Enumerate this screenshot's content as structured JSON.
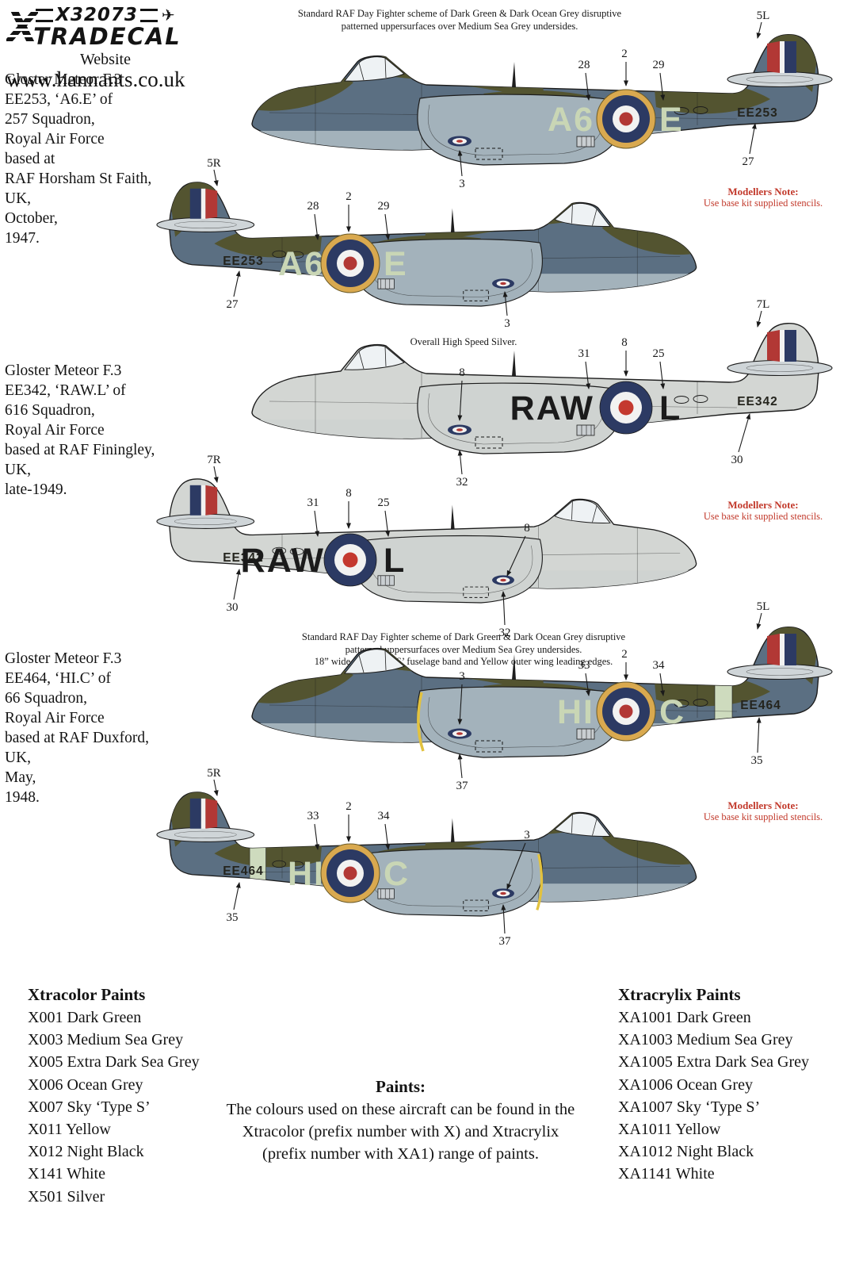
{
  "header": {
    "product_code": "X32073",
    "brand": "TRADECAL",
    "big_x": "X",
    "website_label": "Website",
    "website_url": "www.hannants.co.uk"
  },
  "notes": {
    "modellers_title": "Modellers Note:",
    "modellers_body": "Use base kit supplied stencils."
  },
  "schemes": [
    {
      "caption_lines": [
        "Standard RAF Day Fighter scheme of Dark Green & Dark Ocean Grey disruptive",
        "patterned uppersurfaces over Medium Sea Grey undersides."
      ],
      "info_lines": [
        "Gloster Meteor F.3",
        "EE253, ‘A6.E’ of",
        "257 Squadron,",
        "Royal Air Force",
        "based at",
        "RAF Horsham St Faith,",
        "UK,",
        "October,",
        "1947."
      ],
      "serial": "EE253",
      "code_fwd": "A6",
      "code_aft": "E",
      "callouts": {
        "fuse_fwd": "28",
        "fuse_mid": "2",
        "fuse_aft": "29",
        "tail_right": "5L",
        "tail_left": "5R",
        "serial_ptr": "27",
        "wing_bottom": "3"
      }
    },
    {
      "caption_lines": [
        "Overall High Speed Silver."
      ],
      "info_lines": [
        "Gloster Meteor F.3",
        "EE342, ‘RAW.L’ of",
        "616 Squadron,",
        "Royal Air Force",
        "based at RAF Finingley,",
        "UK,",
        "late-1949."
      ],
      "serial": "EE342",
      "code_fwd": "RAW",
      "code_aft": "L",
      "callouts": {
        "fuse_fwd": "31",
        "fuse_mid": "8",
        "fuse_aft": "25",
        "tail_right": "7L",
        "tail_left": "7R",
        "serial_ptr": "30",
        "wing_top": "8",
        "wing_bottom": "32"
      }
    },
    {
      "caption_lines": [
        "Standard RAF Day Fighter scheme of Dark Green & Dark Ocean Grey disruptive",
        "patterned uppersurfaces over Medium Sea Grey undersides.",
        "18” wide Sky ‘Type S’ fuselage band and Yellow outer wing leading edges."
      ],
      "info_lines": [
        "Gloster Meteor F.3",
        "EE464, ‘HI.C’ of",
        "66 Squadron,",
        "Royal Air Force",
        "based at RAF Duxford,",
        "UK,",
        "May,",
        "1948."
      ],
      "serial": "EE464",
      "code_fwd": "HI",
      "code_aft": "C",
      "callouts": {
        "fuse_fwd": "33",
        "fuse_mid": "2",
        "fuse_aft": "34",
        "tail_right": "5L",
        "tail_left": "5R",
        "serial_ptr": "35",
        "wing_top": "3",
        "wing_bottom": "37"
      }
    }
  ],
  "paints": {
    "xtracolor_title": "Xtracolor Paints",
    "xtracolor": [
      "X001 Dark Green",
      "X003 Medium Sea Grey",
      "X005 Extra Dark Sea Grey",
      "X006 Ocean Grey",
      "X007 Sky ‘Type S’",
      "X011 Yellow",
      "X012 Night Black",
      "X141 White",
      "X501 Silver"
    ],
    "center_title": "Paints:",
    "center_lines": [
      "The colours used on these aircraft can be found in the",
      "Xtracolor (prefix number with X) and Xtracrylix",
      "(prefix number with XA1) range of paints."
    ],
    "xtracrylix_title": "Xtracrylix Paints",
    "xtracrylix": [
      "XA1001 Dark Green",
      "XA1003 Medium Sea Grey",
      "XA1005 Extra Dark Sea Grey",
      "XA1006 Ocean Grey",
      "XA1007 Sky ‘Type S’",
      "XA1011 Yellow",
      "XA1012 Night Black",
      "XA1141 White"
    ]
  },
  "colors": {
    "note_red": "#c2392b",
    "dark_green": "#535430",
    "ocean_grey": "#5b6f82",
    "medium_sea_grey": "#a3b2bb",
    "high_speed_silver": "#d3d6d3",
    "sky_band": "#cedbbe",
    "code_sky": "#c9d6b5",
    "roundel_blue": "#2c3a63",
    "roundel_red": "#b23835",
    "roundel_yellow": "#d9a94f"
  }
}
